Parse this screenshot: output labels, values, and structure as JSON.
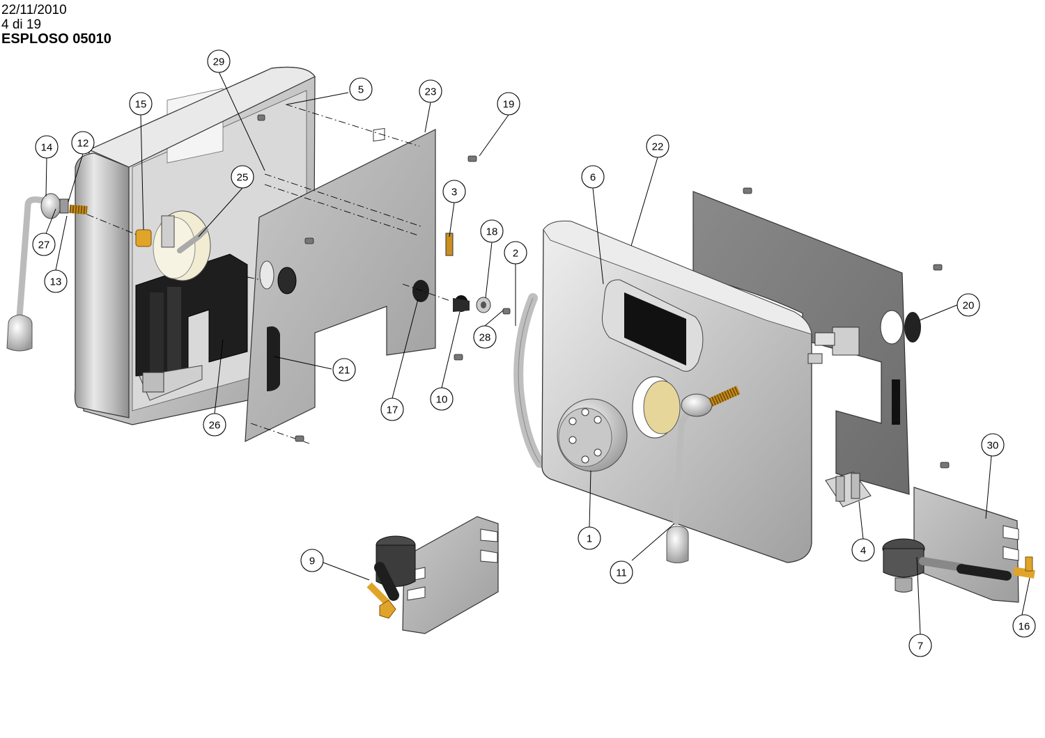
{
  "header": {
    "date": "22/11/2010",
    "page": "4 di 19",
    "title": "ESPLOSO 05010"
  },
  "colors": {
    "steel_light": "#dcdcdc",
    "steel_mid": "#b4b4b4",
    "steel_dark": "#8c8c8c",
    "black_part": "#1e1e1e",
    "brass": "#e0a42a",
    "ivory": "#f1ecd2"
  },
  "callouts": [
    {
      "id": "1",
      "label": "1"
    },
    {
      "id": "2",
      "label": "2"
    },
    {
      "id": "3",
      "label": "3"
    },
    {
      "id": "4",
      "label": "4"
    },
    {
      "id": "5",
      "label": "5"
    },
    {
      "id": "6",
      "label": "6"
    },
    {
      "id": "7",
      "label": "7"
    },
    {
      "id": "9",
      "label": "9"
    },
    {
      "id": "10",
      "label": "10"
    },
    {
      "id": "11",
      "label": "11"
    },
    {
      "id": "12",
      "label": "12"
    },
    {
      "id": "13",
      "label": "13"
    },
    {
      "id": "14",
      "label": "14"
    },
    {
      "id": "15",
      "label": "15"
    },
    {
      "id": "16",
      "label": "16"
    },
    {
      "id": "17",
      "label": "17"
    },
    {
      "id": "18",
      "label": "18"
    },
    {
      "id": "19",
      "label": "19"
    },
    {
      "id": "20",
      "label": "20"
    },
    {
      "id": "21",
      "label": "21"
    },
    {
      "id": "22",
      "label": "22"
    },
    {
      "id": "23",
      "label": "23"
    },
    {
      "id": "25",
      "label": "25"
    },
    {
      "id": "26",
      "label": "26"
    },
    {
      "id": "27",
      "label": "27"
    },
    {
      "id": "28",
      "label": "28"
    },
    {
      "id": "29",
      "label": "29"
    },
    {
      "id": "30",
      "label": "30"
    }
  ]
}
